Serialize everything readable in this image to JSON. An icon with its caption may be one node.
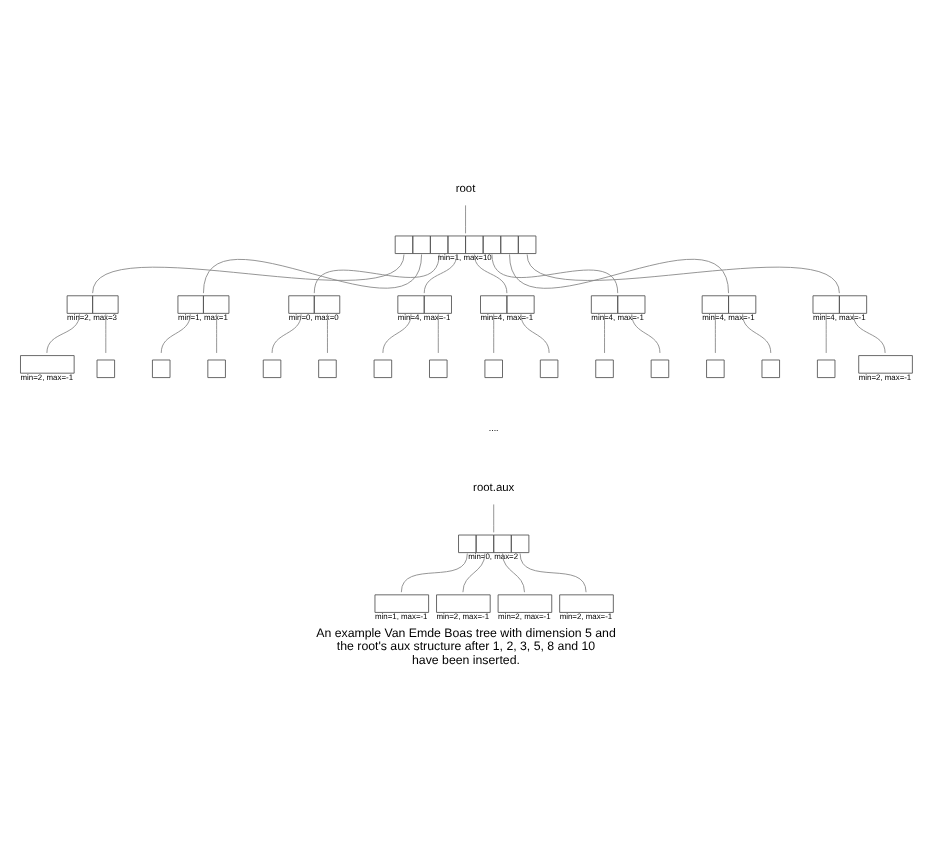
{
  "diagram": {
    "caption": "An example Van Emde Boas tree with dimension 5 and the root's aux structure after 1, 2, 3, 5, 8 and 10 have been inserted.",
    "nodes": [
      {
        "text": [
          "root"
        ]
      },
      {
        "text": [],
        "shape": "box",
        "beside": [
          "min=1, max=10"
        ]
      },
      {
        "text": [],
        "shape": "box",
        "beside": [
          "min=2, max=3"
        ]
      },
      {
        "text": [],
        "shape": "box",
        "beside": [
          "min=1, max=1"
        ]
      },
      {
        "text": [],
        "shape": "box",
        "beside": [
          "min=0, max=0"
        ]
      },
      {
        "text": [],
        "shape": "box",
        "beside": [
          "min=4, max=-1"
        ]
      },
      {
        "text": [],
        "shape": "box",
        "beside": [
          "min=4, max=-1"
        ]
      },
      {
        "text": [],
        "shape": "box",
        "beside": [
          "min=4, max=-1"
        ]
      },
      {
        "text": [],
        "shape": "box",
        "beside": [
          "min=4, max=-1"
        ]
      },
      {
        "text": [],
        "shape": "box",
        "beside": [
          "min=4, max=-1"
        ]
      },
      {
        "text": [],
        "shape": "box",
        "beside": [
          "min=2, max=-1"
        ]
      },
      {
        "text": [],
        "shape": "box"
      },
      {
        "text": [],
        "shape": "box"
      },
      {
        "text": [],
        "shape": "box"
      },
      {
        "text": [],
        "shape": "box"
      },
      {
        "text": [],
        "shape": "box"
      },
      {
        "text": [],
        "shape": "box"
      },
      {
        "text": [],
        "shape": "box"
      },
      {
        "text": [],
        "shape": "box"
      },
      {
        "text": [],
        "shape": "box"
      },
      {
        "text": [],
        "shape": "box"
      },
      {
        "text": [],
        "shape": "box"
      },
      {
        "text": [],
        "shape": "box"
      },
      {
        "text": [],
        "shape": "box"
      },
      {
        "text": [],
        "shape": "box"
      },
      {
        "text": [],
        "shape": "box",
        "beside": [
          "min=2, max=-1"
        ]
      },
      {
        "text": [
          "root.aux"
        ]
      },
      {
        "text": [],
        "shape": "box",
        "beside": [
          "min=0, max=2"
        ]
      },
      {
        "text": [],
        "shape": "box",
        "beside": [
          "min=1, max=-1"
        ]
      },
      {
        "text": [],
        "shape": "box",
        "beside": [
          "min=2, max=-1"
        ]
      },
      {
        "text": [],
        "shape": "box",
        "beside": [
          "min=2, max=-1"
        ]
      },
      {
        "text": [],
        "shape": "box",
        "beside": [
          "min=2, max=-1"
        ]
      }
    ],
    "edges": [
      {
        "from": 0,
        "to": 1,
        "arrow": "none"
      },
      {
        "from": 1,
        "to": 2,
        "arrow": "none"
      },
      {
        "from": 1,
        "to": 3,
        "arrow": "none"
      },
      {
        "from": 1,
        "to": 4,
        "arrow": "none"
      },
      {
        "from": 1,
        "to": 5,
        "arrow": "none"
      },
      {
        "from": 1,
        "to": 6,
        "arrow": "none"
      },
      {
        "from": 1,
        "to": 7,
        "arrow": "none"
      },
      {
        "from": 1,
        "to": 8,
        "arrow": "none"
      },
      {
        "from": 1,
        "to": 9,
        "arrow": "none"
      },
      {
        "from": 2,
        "to": 10,
        "arrow": "none"
      },
      {
        "from": 2,
        "to": 11,
        "arrow": "none"
      },
      {
        "from": 3,
        "to": 12,
        "arrow": "none"
      },
      {
        "from": 3,
        "to": 13,
        "arrow": "none"
      },
      {
        "from": 4,
        "to": 14,
        "arrow": "none"
      },
      {
        "from": 4,
        "to": 15,
        "arrow": "none"
      },
      {
        "from": 5,
        "to": 16,
        "arrow": "none"
      },
      {
        "from": 5,
        "to": 17,
        "arrow": "none"
      },
      {
        "from": 6,
        "to": 18,
        "arrow": "none"
      },
      {
        "from": 6,
        "to": 19,
        "arrow": "none"
      },
      {
        "from": 7,
        "to": 20,
        "arrow": "none"
      },
      {
        "from": 7,
        "to": 21,
        "arrow": "none"
      },
      {
        "from": 8,
        "to": 22,
        "arrow": "none"
      },
      {
        "from": 8,
        "to": 23,
        "arrow": "none"
      },
      {
        "from": 9,
        "to": 24,
        "arrow": "none"
      },
      {
        "from": 9,
        "to": 25,
        "arrow": "none"
      },
      {
        "from": 26,
        "to": 27,
        "arrow": "none"
      },
      {
        "from": 27,
        "to": 28,
        "arrow": "none"
      },
      {
        "from": 27,
        "to": 29,
        "arrow": "none"
      },
      {
        "from": 27,
        "to": 30,
        "arrow": "none"
      },
      {
        "from": 27,
        "to": 31,
        "arrow": "none"
      }
    ],
    "labels": [
      "...."
    ]
  }
}
